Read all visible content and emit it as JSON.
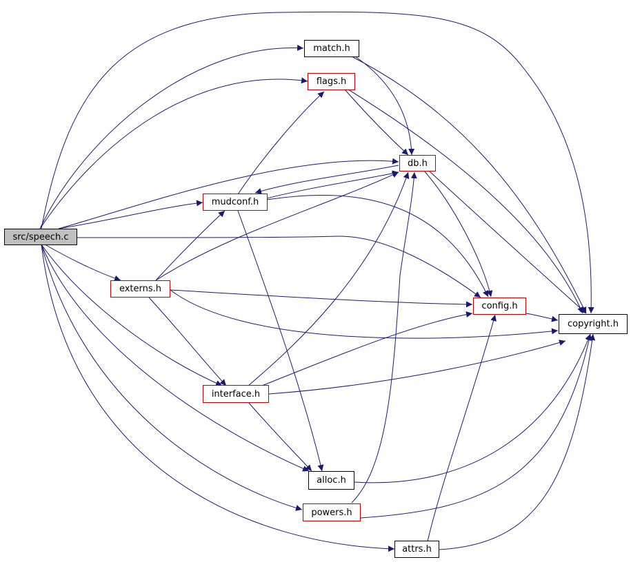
{
  "colors": {
    "edge": "#191970",
    "root_fill": "#bfbfbf",
    "red_border": "#c00000",
    "black_border": "#000000"
  },
  "nodes": {
    "speech": {
      "label": "src/speech.c",
      "style": "root"
    },
    "match": {
      "label": "match.h",
      "style": "black"
    },
    "flags": {
      "label": "flags.h",
      "style": "red"
    },
    "db": {
      "label": "db.h",
      "style": "red"
    },
    "mudconf": {
      "label": "mudconf.h",
      "style": "red"
    },
    "externs": {
      "label": "externs.h",
      "style": "red"
    },
    "config": {
      "label": "config.h",
      "style": "red"
    },
    "copyright": {
      "label": "copyright.h",
      "style": "black"
    },
    "interface": {
      "label": "interface.h",
      "style": "red"
    },
    "alloc": {
      "label": "alloc.h",
      "style": "black"
    },
    "powers": {
      "label": "powers.h",
      "style": "red"
    },
    "attrs": {
      "label": "attrs.h",
      "style": "black"
    }
  },
  "edges": [
    [
      "speech",
      "match"
    ],
    [
      "speech",
      "flags"
    ],
    [
      "speech",
      "db"
    ],
    [
      "speech",
      "mudconf"
    ],
    [
      "speech",
      "externs"
    ],
    [
      "speech",
      "config"
    ],
    [
      "speech",
      "copyright"
    ],
    [
      "speech",
      "interface"
    ],
    [
      "speech",
      "alloc"
    ],
    [
      "speech",
      "powers"
    ],
    [
      "speech",
      "attrs"
    ],
    [
      "match",
      "db"
    ],
    [
      "match",
      "copyright"
    ],
    [
      "flags",
      "db"
    ],
    [
      "flags",
      "copyright"
    ],
    [
      "db",
      "mudconf"
    ],
    [
      "db",
      "config"
    ],
    [
      "db",
      "copyright"
    ],
    [
      "mudconf",
      "flags"
    ],
    [
      "mudconf",
      "db"
    ],
    [
      "mudconf",
      "config"
    ],
    [
      "mudconf",
      "alloc"
    ],
    [
      "externs",
      "mudconf"
    ],
    [
      "externs",
      "db"
    ],
    [
      "externs",
      "config"
    ],
    [
      "externs",
      "copyright"
    ],
    [
      "externs",
      "interface"
    ],
    [
      "config",
      "copyright"
    ],
    [
      "interface",
      "db"
    ],
    [
      "interface",
      "config"
    ],
    [
      "interface",
      "copyright"
    ],
    [
      "interface",
      "alloc"
    ],
    [
      "alloc",
      "copyright"
    ],
    [
      "powers",
      "db"
    ],
    [
      "powers",
      "copyright"
    ],
    [
      "attrs",
      "config"
    ],
    [
      "attrs",
      "copyright"
    ]
  ]
}
